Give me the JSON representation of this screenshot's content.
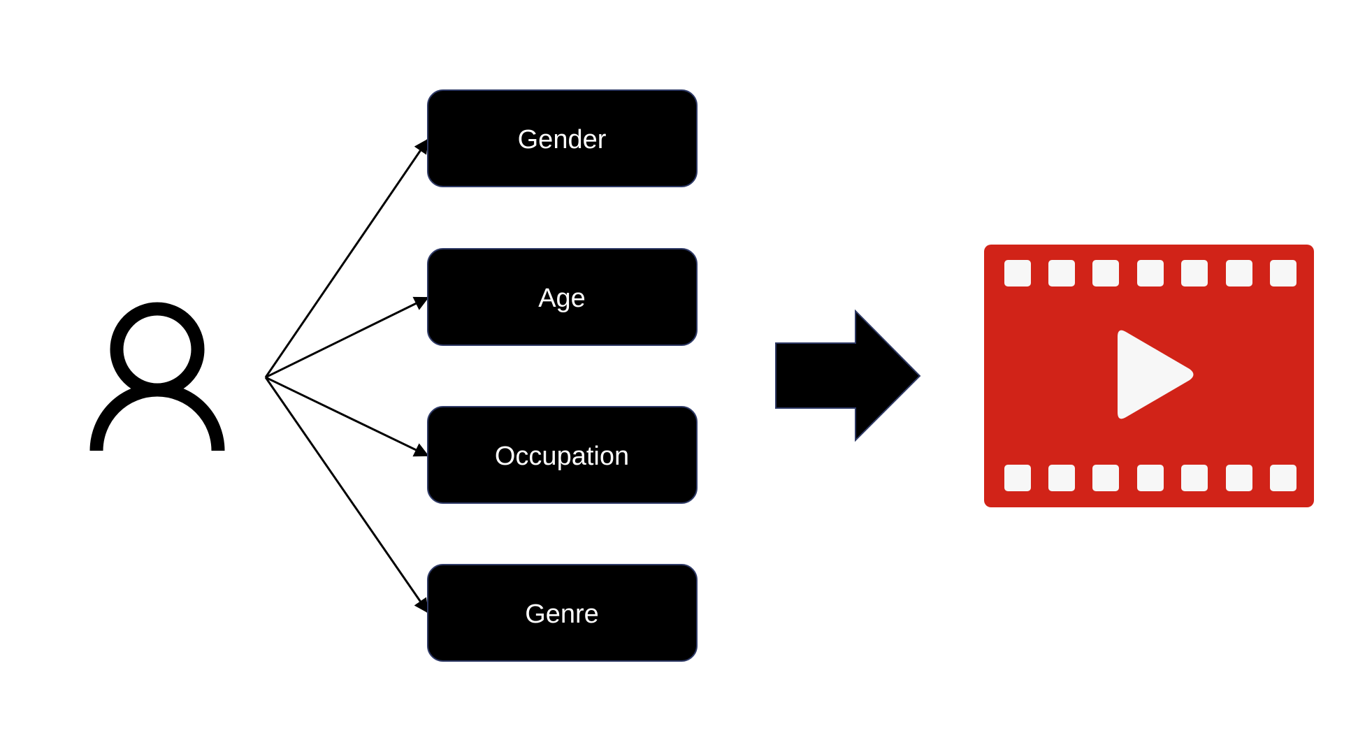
{
  "nodes": [
    {
      "label": "Gender"
    },
    {
      "label": "Age"
    },
    {
      "label": "Occupation"
    },
    {
      "label": "Genre"
    }
  ],
  "icons": {
    "user": "user-icon",
    "arrow": "right-arrow-icon",
    "video": "film-play-icon"
  },
  "colors": {
    "node_fill": "#000000",
    "node_border": "#2f3a66",
    "film_red": "#d12318",
    "film_light": "#f7f7f7",
    "stroke": "#000000"
  }
}
